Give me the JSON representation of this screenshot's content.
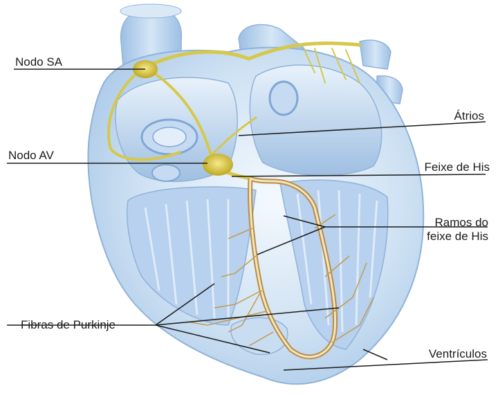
{
  "labels": {
    "sa_node": "Nodo SA",
    "av_node": "Nodo AV",
    "purkinje": "Fibras de Purkinje",
    "atria": "Átrios",
    "his_bundle": "Feixe de His",
    "bundle_branches_line1": "Ramos do",
    "bundle_branches_line2": "feixe de His",
    "ventricles": "Ventrículos"
  },
  "colors": {
    "heart_outer": "#cfe2f3",
    "heart_mid": "#a9c8e8",
    "heart_inner": "#7fa6d4",
    "conduction_path": "#d6c84a",
    "node": "#c9b622",
    "branch_outline": "#b98a4a",
    "leader_line": "#1a1a1a"
  }
}
